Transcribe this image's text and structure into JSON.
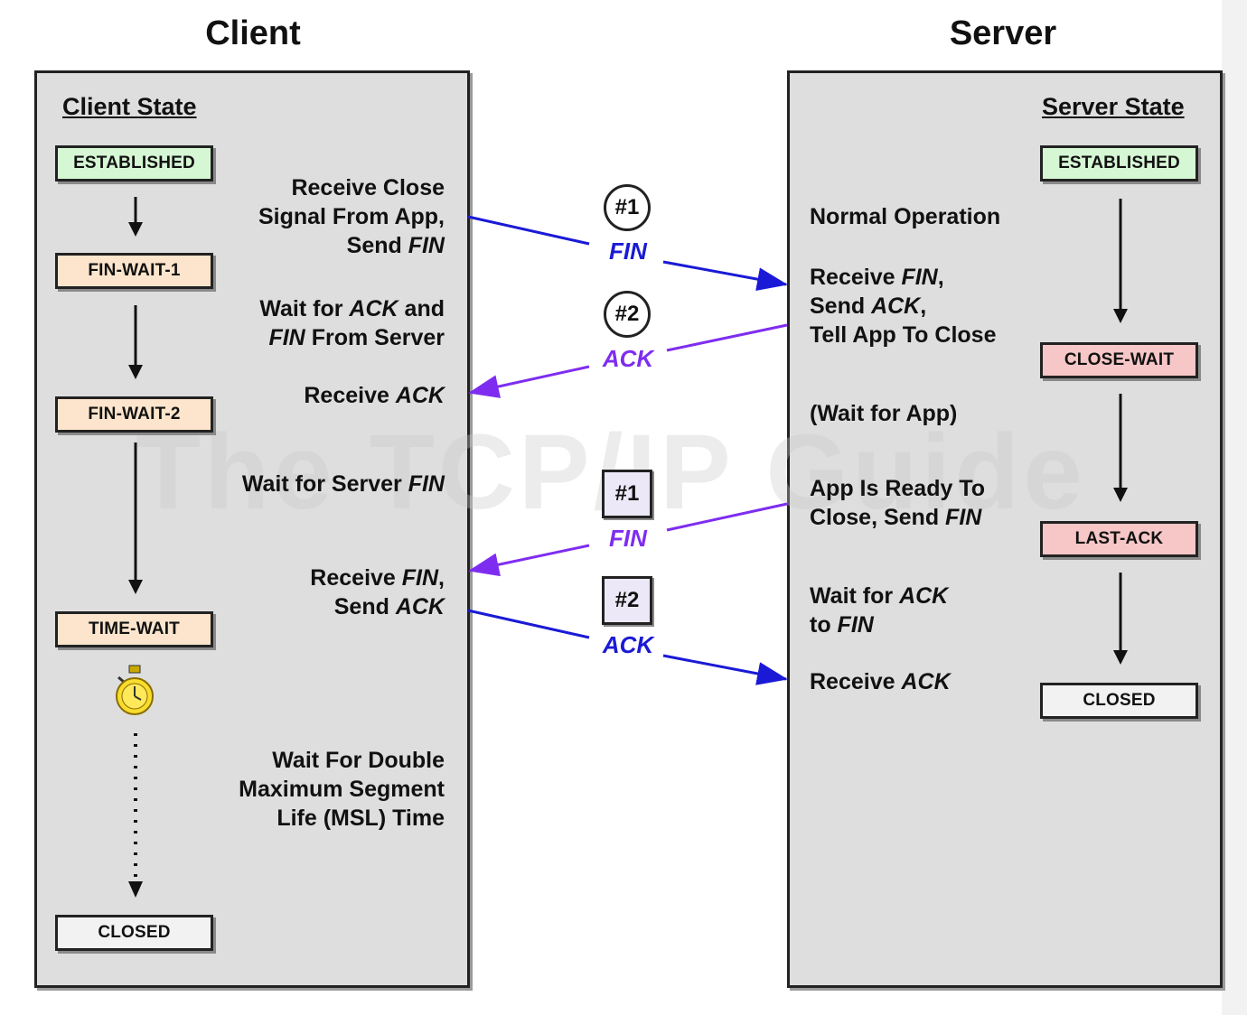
{
  "client": {
    "title": "Client",
    "state_header": "Client State",
    "states": [
      "ESTABLISHED",
      "FIN-WAIT-1",
      "FIN-WAIT-2",
      "TIME-WAIT",
      "CLOSED"
    ],
    "labels": {
      "l1": [
        "Receive Close",
        "Signal From App,",
        "Send ",
        "FIN"
      ],
      "l2": [
        "Wait for ",
        "ACK",
        " and",
        "FIN",
        " From Server"
      ],
      "l3": [
        "Receive ",
        "ACK"
      ],
      "l4": [
        "Wait for Server ",
        "FIN"
      ],
      "l5": [
        "Receive ",
        "FIN",
        ",",
        "Send ",
        "ACK"
      ],
      "l6": [
        "Wait For Double",
        "Maximum Segment",
        "Life (MSL) Time"
      ]
    }
  },
  "server": {
    "title": "Server",
    "state_header": "Server State",
    "states": [
      "ESTABLISHED",
      "CLOSE-WAIT",
      "LAST-ACK",
      "CLOSED"
    ],
    "labels": {
      "l1": "Normal Operation",
      "l2": [
        "Receive ",
        "FIN",
        ",",
        "Send ",
        "ACK",
        ",",
        "Tell App To Close"
      ],
      "l3": "(Wait for App)",
      "l4": [
        "App Is Ready To",
        "Close, Send ",
        "FIN"
      ],
      "l5": [
        "Wait for ",
        "ACK",
        "to ",
        "FIN"
      ],
      "l6": [
        "Receive ",
        "ACK"
      ]
    }
  },
  "messages": [
    {
      "badge": "#1",
      "label": "FIN",
      "color": "#1a1ad6"
    },
    {
      "badge": "#2",
      "label": "ACK",
      "color": "#7e2df0"
    },
    {
      "badge": "#1",
      "label": "FIN",
      "color": "#7e2df0"
    },
    {
      "badge": "#2",
      "label": "ACK",
      "color": "#1a1ad6"
    }
  ],
  "watermark": "The TCP/IP Guide",
  "colors": {
    "blue_arrow": "#1a1ad6",
    "purple_arrow": "#7e2df0",
    "panel": "#dedede"
  }
}
